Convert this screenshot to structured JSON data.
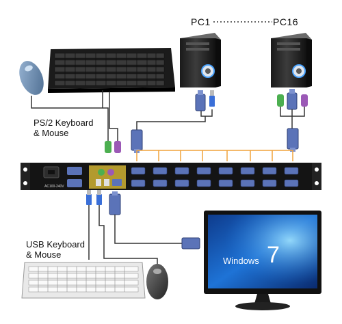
{
  "labels": {
    "pc_first": "PC1",
    "pc_last": "PC16",
    "ps2_line1": "PS/2 Keyboard",
    "ps2_line2": "& Mouse",
    "usb_line1": "USB Keyboard",
    "usb_line2": "& Mouse",
    "monitor_os": "Windows",
    "monitor_version": "7",
    "power_label": "AC100-240V"
  },
  "colors": {
    "vga_blue": "#5b73b8",
    "ps2_green": "#4caf50",
    "ps2_purple": "#9b59b6",
    "link_orange": "#f0a23a",
    "usb_blue": "#3a6fd8",
    "panel_gold": "#b39a2e"
  },
  "kvm": {
    "ports_per_row": 8,
    "rows": 2
  }
}
